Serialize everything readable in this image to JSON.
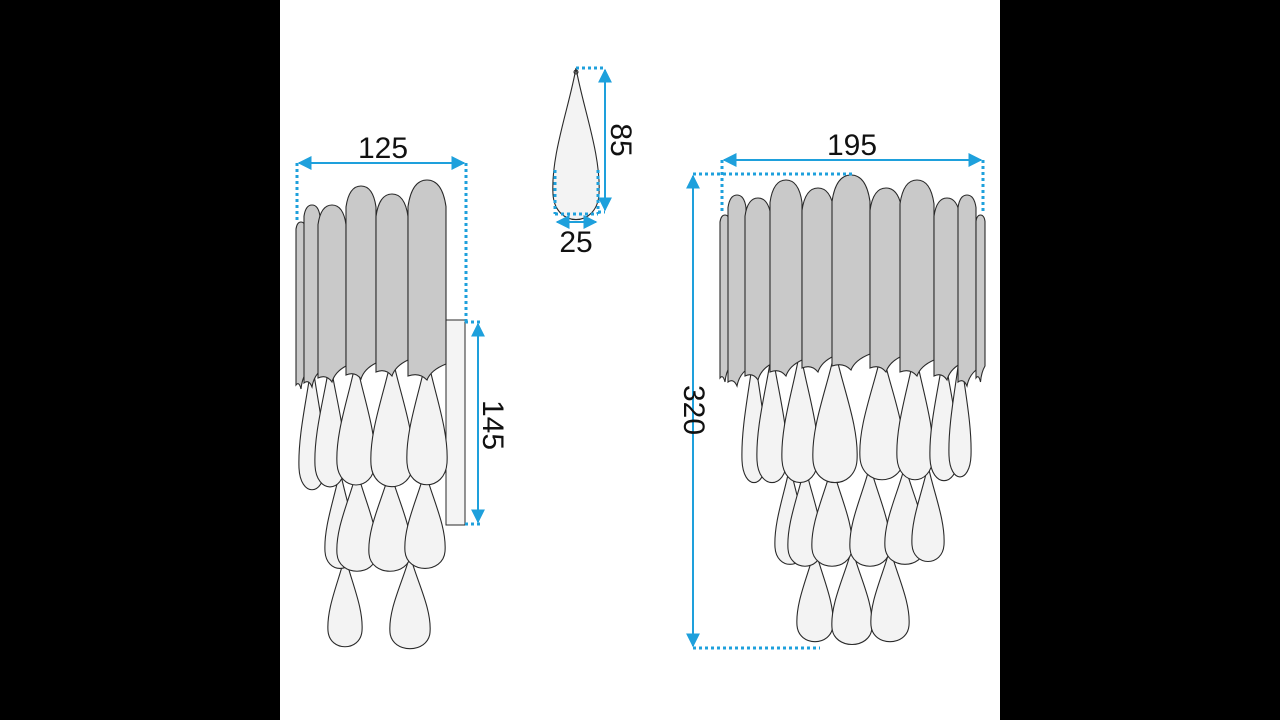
{
  "dimensions": {
    "left_width": "125",
    "left_height": "145",
    "crystal_height": "85",
    "crystal_width": "25",
    "right_width": "195",
    "right_height": "320"
  },
  "colors": {
    "dimension_line": "#1ea0dc",
    "feather_fill": "#c9c9c9",
    "drop_fill": "#f3f3f3",
    "outline": "#2a2a2a"
  }
}
